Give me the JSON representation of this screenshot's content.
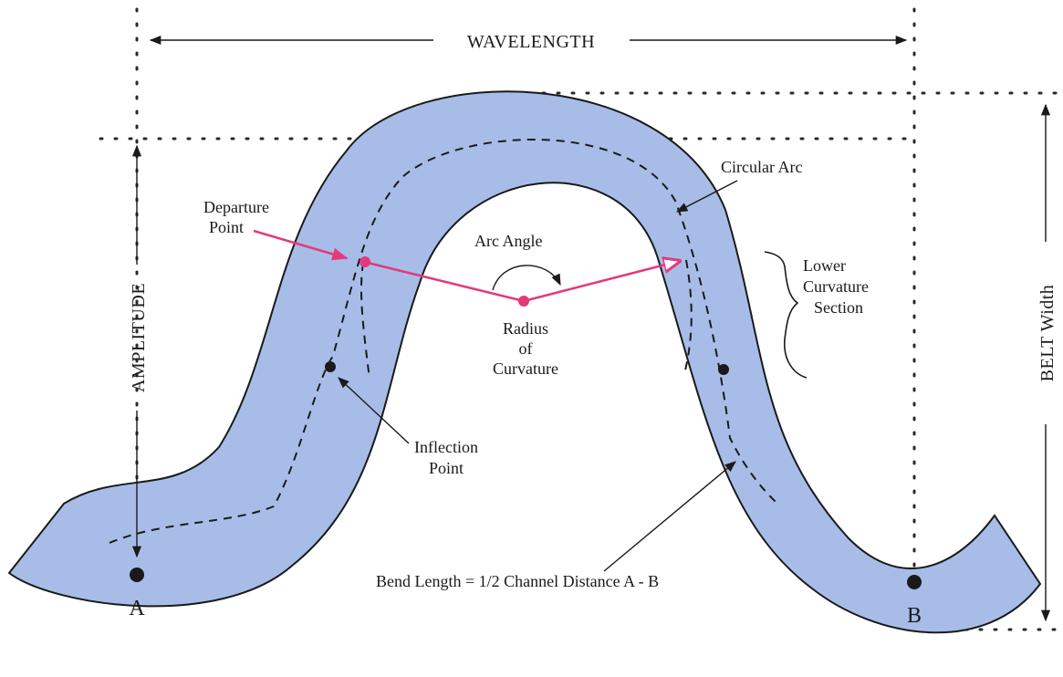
{
  "labels": {
    "wavelength": "WAVELENGTH",
    "amplitude": "AMPLITUDE",
    "belt_width": "BELT  Width",
    "circular_arc": "Circular Arc",
    "departure_point_1": "Departure",
    "departure_point_2": "Point",
    "arc_angle": "Arc Angle",
    "radius_1": "Radius",
    "radius_2": "of",
    "radius_3": "Curvature",
    "lower_curvature_1": "Lower",
    "lower_curvature_2": "Curvature",
    "lower_curvature_3": "Section",
    "inflection_1": "Inflection",
    "inflection_2": "Point",
    "bend_length": "Bend Length = 1/2 Channel Distance A - B",
    "point_a": "A",
    "point_b": "B"
  },
  "colors": {
    "channel_fill": "#a7bde8",
    "channel_stroke": "#1a1a1a",
    "highlight": "#e33a7c"
  }
}
